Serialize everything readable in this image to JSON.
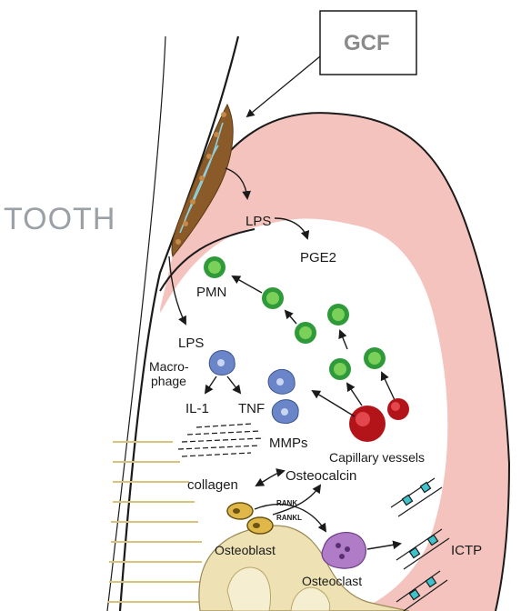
{
  "colors": {
    "gingiva": "#f4c3bd",
    "bone": "#eee2b4",
    "bone_dark": "#c9b87a",
    "pmn_green": "#2f9a3a",
    "macrophage_blue": "#6a86c8",
    "capillary_red": "#b3141a",
    "osteoclast_purple": "#b07cc8",
    "ictp_cyan": "#3ec3cc",
    "plaque_brown": "#8a5a28",
    "tooth_label_gray": "#9aa0a6",
    "gcf_label_gray": "#8a8a8a"
  },
  "labels": {
    "gcf": "GCF",
    "tooth": "TOOTH",
    "lps_top": "LPS",
    "pge2": "PGE2",
    "pmn": "PMN",
    "lps_left": "LPS",
    "macrophage_line1": "Macro-",
    "macrophage_line2": "phage",
    "il1": "IL-1",
    "tnf": "TNF",
    "mmps": "MMPs",
    "capillary": "Capillary vessels",
    "collagen": "collagen",
    "osteocalcin": "Osteocalcin",
    "rank": "RANK",
    "rankl": "RANKL",
    "osteoblast": "Osteoblast",
    "osteoclast": "Osteoclast",
    "ictp": "ICTP"
  },
  "icons": {
    "pmn_cell": "pmn-cell-icon",
    "macrophage_cell": "macrophage-cell-icon",
    "capillary": "capillary-vessel-icon",
    "osteoclast": "osteoclast-cell-icon",
    "osteoblast": "osteoblast-cell-icon",
    "ictp_fragment": "ictp-fragment-icon",
    "plaque": "plaque-biofilm-icon"
  }
}
